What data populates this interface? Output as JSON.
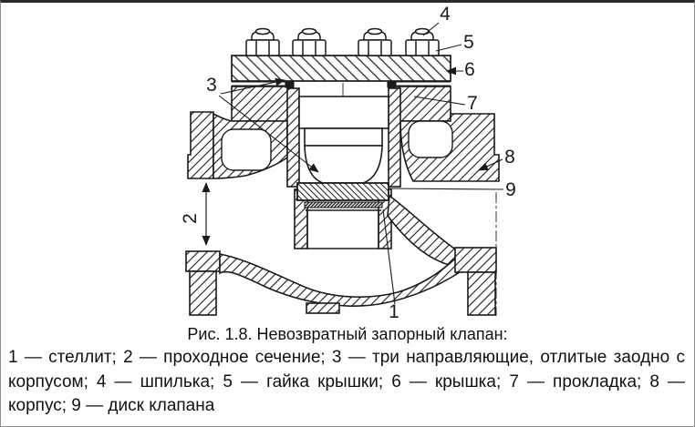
{
  "figure": {
    "caption": "Рис. 1.8. Невозвратный запорный клапан:",
    "legend_text": "1 — стеллит; 2 — проходное сечение; 3 — три направляющие, отлитые заодно с корпусом; 4 — шпилька; 5 — гайка крышки; 6 — крышка; 7 — прокладка; 8 — корпус; 9 — диск клапана",
    "legend_items": [
      {
        "num": "1",
        "label": "стеллит"
      },
      {
        "num": "2",
        "label": "проходное сечение"
      },
      {
        "num": "3",
        "label": "три направляющие, отлитые заодно с корпусом"
      },
      {
        "num": "4",
        "label": "шпилька"
      },
      {
        "num": "5",
        "label": "гайка крышки"
      },
      {
        "num": "6",
        "label": "крышка"
      },
      {
        "num": "7",
        "label": "прокладка"
      },
      {
        "num": "8",
        "label": "корпус"
      },
      {
        "num": "9",
        "label": "диск клапана"
      }
    ],
    "callouts": {
      "c1": "1",
      "c2": "2",
      "c3": "3",
      "c4": "4",
      "c5": "5",
      "c6": "6",
      "c7": "7",
      "c8": "8",
      "c9": "9"
    },
    "colors": {
      "ink": "#1b1b1b",
      "paper": "#ffffff",
      "border": "#8f8f8f"
    }
  }
}
